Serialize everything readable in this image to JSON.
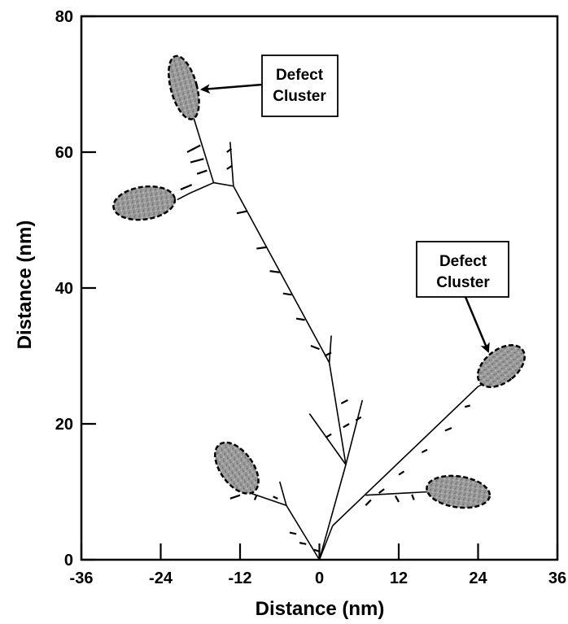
{
  "chart_data": {
    "type": "scatter",
    "title": "",
    "xlabel": "Distance (nm)",
    "ylabel": "Distance (nm)",
    "xlim": [
      -36,
      36
    ],
    "ylim": [
      0,
      80
    ],
    "xticks": [
      -36,
      -24,
      -12,
      0,
      12,
      24,
      36
    ],
    "yticks": [
      0,
      20,
      40,
      60,
      80
    ],
    "xtick_labels": [
      "-36",
      "-24",
      "-12",
      "0",
      "12",
      "24",
      "36"
    ],
    "ytick_labels": [
      "0",
      "20",
      "40",
      "60",
      "80"
    ],
    "grid": false,
    "annotations": [
      {
        "text_line1": "Defect",
        "text_line2": "Cluster",
        "target": "upper-left cluster"
      },
      {
        "text_line1": "Defect",
        "text_line2": "Cluster",
        "target": "right cluster"
      }
    ],
    "defect_clusters": [
      {
        "cx": -20.5,
        "cy": 69.5
      },
      {
        "cx": -26.5,
        "cy": 52.5
      },
      {
        "cx": -12.5,
        "cy": 13.5
      },
      {
        "cx": 27.5,
        "cy": 28.5
      },
      {
        "cx": 21,
        "cy": 10
      }
    ],
    "track_segments": [
      [
        0,
        0,
        -5,
        8
      ],
      [
        -5,
        8,
        -11,
        10
      ],
      [
        -11,
        10,
        -13,
        11.5
      ],
      [
        -5,
        8,
        -6,
        11.5
      ],
      [
        -11,
        10,
        -10.5,
        11
      ],
      [
        0,
        0,
        4,
        14
      ],
      [
        4,
        14,
        1.5,
        29
      ],
      [
        1.5,
        29,
        -13,
        55
      ],
      [
        -13,
        55,
        -16,
        55.5
      ],
      [
        -16,
        55.5,
        -19,
        65
      ],
      [
        -16,
        55.5,
        -19.5,
        54
      ],
      [
        -19.5,
        54,
        -21.5,
        53
      ],
      [
        -13,
        55,
        -13.5,
        61.5
      ],
      [
        1.5,
        29,
        1.8,
        33
      ],
      [
        4,
        14,
        6.5,
        23.5
      ],
      [
        4,
        14,
        -1.5,
        21.5
      ],
      [
        0,
        0,
        2,
        5
      ],
      [
        2,
        5,
        24,
        25.5
      ],
      [
        24,
        25.5,
        26,
        26.5
      ],
      [
        7,
        9.5,
        16.5,
        10
      ]
    ],
    "branch_ticks": [
      [
        -20,
        60,
        -18,
        61
      ],
      [
        -19.5,
        58.5,
        -17.5,
        59
      ],
      [
        -18.5,
        56.8,
        -17,
        57.3
      ],
      [
        -21,
        54.5,
        -19.3,
        55.2
      ],
      [
        -14,
        60,
        -13.3,
        60.5
      ],
      [
        -14,
        57.5,
        -13.2,
        58
      ],
      [
        -12.5,
        51,
        -11,
        51.3
      ],
      [
        -9.5,
        45.8,
        -8,
        46
      ],
      [
        -7.5,
        42.5,
        -6,
        42.3
      ],
      [
        -5.5,
        39.2,
        -4.2,
        39
      ],
      [
        -3.5,
        35.5,
        -2.2,
        35.3
      ],
      [
        -1.3,
        31.5,
        0,
        31
      ],
      [
        0.8,
        30,
        1.8,
        30.5
      ],
      [
        3.3,
        23,
        4.3,
        23.5
      ],
      [
        3.6,
        19.5,
        4.5,
        20
      ],
      [
        5.5,
        20.5,
        6.3,
        21
      ],
      [
        1,
        18,
        1.8,
        18.5
      ],
      [
        7,
        8,
        7.8,
        8.8
      ],
      [
        9,
        9.8,
        9.8,
        10.4
      ],
      [
        12,
        12.5,
        12.8,
        13
      ],
      [
        15.5,
        15.8,
        16.3,
        16.2
      ],
      [
        19,
        19,
        20,
        19.4
      ],
      [
        22,
        22.5,
        22.8,
        22.7
      ],
      [
        11.5,
        9.4,
        12,
        8.5
      ],
      [
        14,
        9.6,
        14.3,
        8.8
      ],
      [
        -4.5,
        4,
        -3.5,
        3.8
      ],
      [
        -3,
        2.5,
        -2,
        2.3
      ],
      [
        -9.5,
        9.5,
        -9.8,
        8.8
      ],
      [
        -12,
        9.5,
        -13.5,
        9
      ],
      [
        -7,
        9.3,
        -6.3,
        9
      ],
      [
        -0.8,
        1.5,
        0,
        1.2
      ]
    ]
  }
}
